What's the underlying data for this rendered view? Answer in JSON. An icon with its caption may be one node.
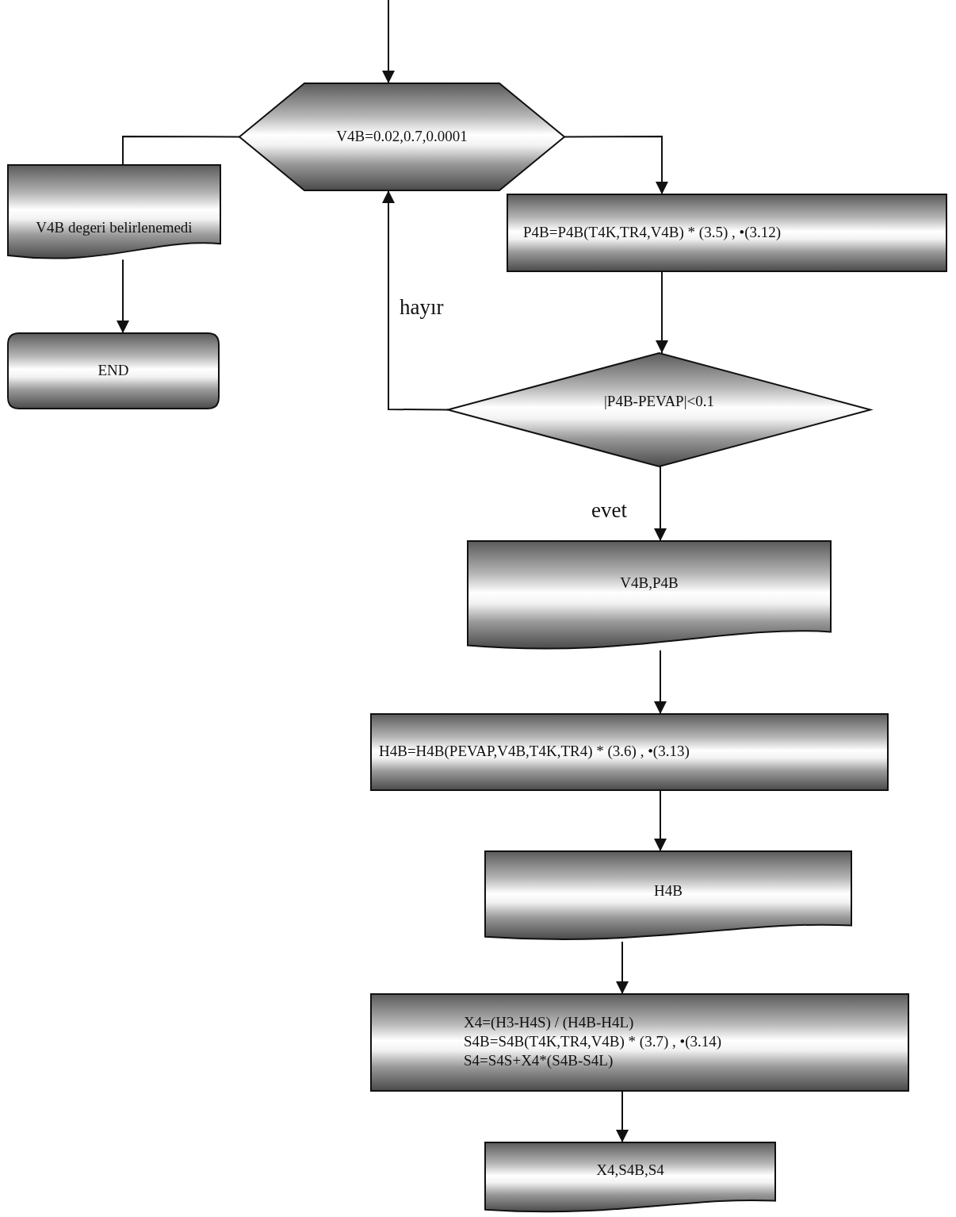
{
  "diagram": {
    "nodes": [
      {
        "text": [
          "V4B=0.02,0.7,0.0001"
        ]
      },
      {
        "text": [
          "V4B degeri belirlenemedi"
        ]
      },
      {
        "text": [
          "END"
        ]
      },
      {
        "text": [
          "P4B=P4B(T4K,TR4,V4B) * (3.5) , •(3.12)"
        ]
      },
      {
        "text": [
          "|P4B-PEVAP|<0.1"
        ]
      },
      {
        "text": [
          "V4B,P4B"
        ]
      },
      {
        "text": [
          "H4B=H4B(PEVAP,V4B,T4K,TR4) * (3.6) , •(3.13)"
        ]
      },
      {
        "text": [
          "H4B"
        ]
      },
      {
        "text": [
          "X4=(H3-H4S) / (H4B-H4L)",
          "S4B=S4B(T4K,TR4,V4B) * (3.7) , •(3.14)",
          "S4=S4S+X4*(S4B-S4L)"
        ]
      },
      {
        "text": [
          "X4,S4B,S4"
        ]
      }
    ],
    "edges": [
      {
        "from": null,
        "to": 0,
        "arrow": "to"
      },
      {
        "from": 0,
        "to": 1,
        "arrow": "none"
      },
      {
        "from": 1,
        "to": 2,
        "arrow": "to"
      },
      {
        "from": 0,
        "to": 3,
        "arrow": "to"
      },
      {
        "from": 3,
        "to": 4,
        "arrow": "to"
      },
      {
        "from": 4,
        "to": 0,
        "arrow": "to",
        "label": "hayır"
      },
      {
        "from": 4,
        "to": 5,
        "arrow": "to",
        "label": "evet"
      },
      {
        "from": 5,
        "to": 6,
        "arrow": "to"
      },
      {
        "from": 6,
        "to": 7,
        "arrow": "to"
      },
      {
        "from": 7,
        "to": 8,
        "arrow": "to"
      },
      {
        "from": 8,
        "to": 9,
        "arrow": "to"
      }
    ]
  }
}
